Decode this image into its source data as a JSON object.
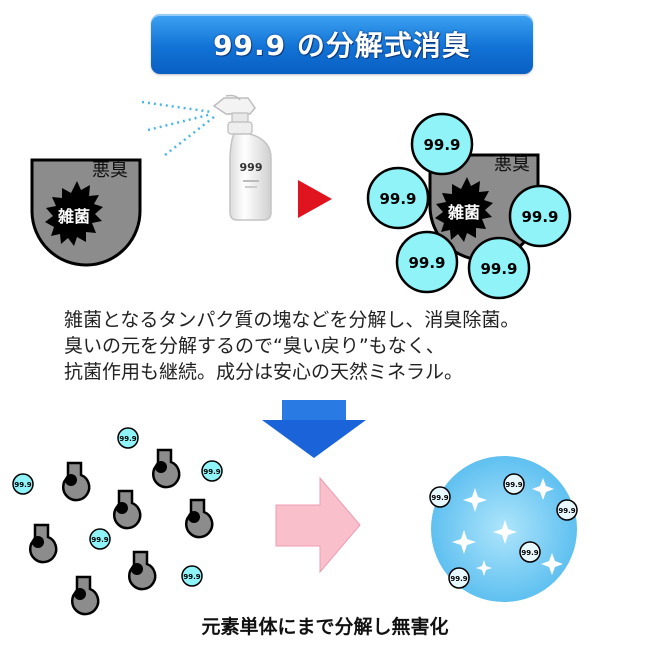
{
  "title": "99.9 の分解式消臭",
  "odor_label": "悪臭",
  "germ_label": "雑菌",
  "bottle_label": "999",
  "particle_label": "99.9",
  "description": [
    "雑菌となるタンパク質の塊などを分解し、消臭除菌。",
    "臭いの元を分解するので“臭い戻り”もなく、",
    "抗菌作用も継続。成分は安心の天然ミネラル。"
  ],
  "caption": "元素単体にまで分解し無害化",
  "colors": {
    "title_bg": "#1676da",
    "odor_gray": "#8c8c8c",
    "germ_black": "#000000",
    "particle_cyan": "#8ff3f8",
    "arrow_red": "#e0141e",
    "arrow_blue": "#1a63d8",
    "arrow_pink": "#f9c0cc",
    "circle_blue": "#66c4f2"
  },
  "icons": [
    "spray-bottle-icon",
    "mist-icon",
    "sparkle-icon"
  ]
}
